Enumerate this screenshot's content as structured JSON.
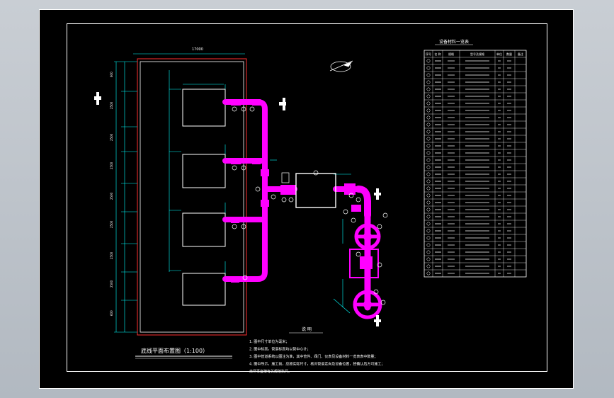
{
  "drawing": {
    "title": "底线平面布置图（1:100）",
    "notes_heading": "说 明",
    "notes": [
      "1. 图中尺寸单位为毫米；",
      "2. 图中标高，管道标高均以管中心计；",
      "3. 图中管道系统以图注为准，其中管件、阀门、仪表见设备材料一览表表中数量；",
      "4. 图中所示，施工前，应按实际尺寸，核对管道走向及设备位置，经确认后方可施工；",
      "   未尽事宜按有关规范执行。"
    ],
    "dimension_top": "17000",
    "table_title": "设备材料一览表",
    "table_headers": [
      "序号",
      "名 称",
      "规格",
      "型号及规格",
      "单位",
      "数量",
      "备注"
    ],
    "row_count": 31
  },
  "colors": {
    "background": "#000000",
    "pipe": "#ff00ff",
    "dimension": "#00ffff",
    "linework": "#ffffff",
    "tank_outline": "#ff3030"
  }
}
